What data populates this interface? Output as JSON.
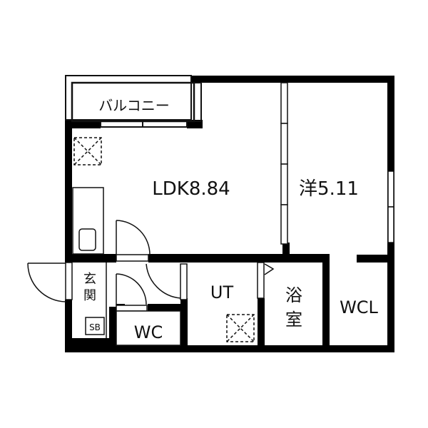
{
  "floorplan": {
    "rooms": {
      "balcony": "バルコニー",
      "ldk": "LDK8.84",
      "western_room": "洋5.11",
      "entrance_1": "玄",
      "entrance_2": "関",
      "shoebox": "SB",
      "wc": "WC",
      "utility": "UT",
      "bath_1": "浴",
      "bath_2": "室",
      "walk_in_closet": "WCL"
    },
    "colors": {
      "wall": "#000000",
      "background": "#ffffff",
      "line": "#111111"
    }
  }
}
